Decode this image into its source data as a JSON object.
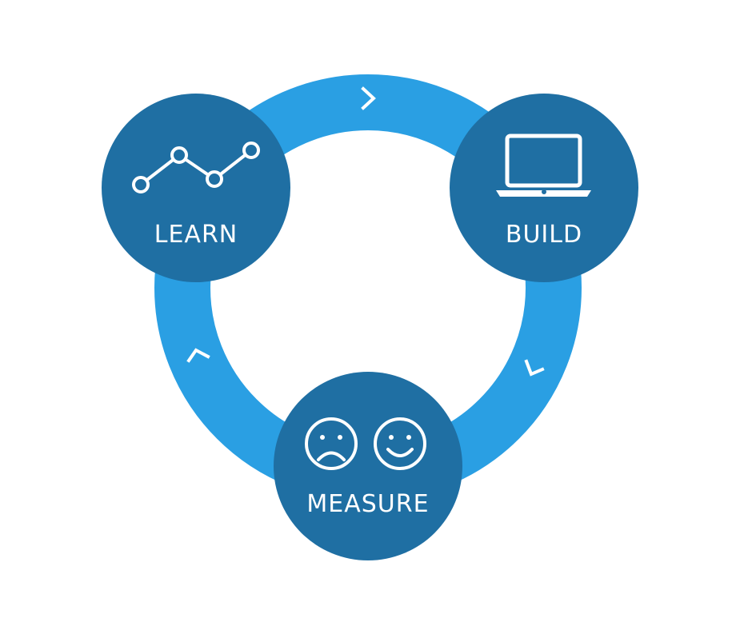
{
  "colors": {
    "ring": "#2a9fe3",
    "node": "#1f6fa3",
    "foreground": "#ffffff",
    "background": "#ffffff"
  },
  "cycle": {
    "direction": "clockwise",
    "nodes": [
      {
        "id": "learn",
        "label": "LEARN",
        "icon": "line-chart-icon"
      },
      {
        "id": "build",
        "label": "BUILD",
        "icon": "laptop-icon"
      },
      {
        "id": "measure",
        "label": "MEASURE",
        "icon": "sad-and-happy-face-icons"
      }
    ],
    "arrows": [
      {
        "from": "learn",
        "to": "build",
        "icon": "chevron-right-icon"
      },
      {
        "from": "build",
        "to": "measure",
        "icon": "chevron-down-icon"
      },
      {
        "from": "measure",
        "to": "learn",
        "icon": "chevron-up-icon"
      }
    ]
  }
}
